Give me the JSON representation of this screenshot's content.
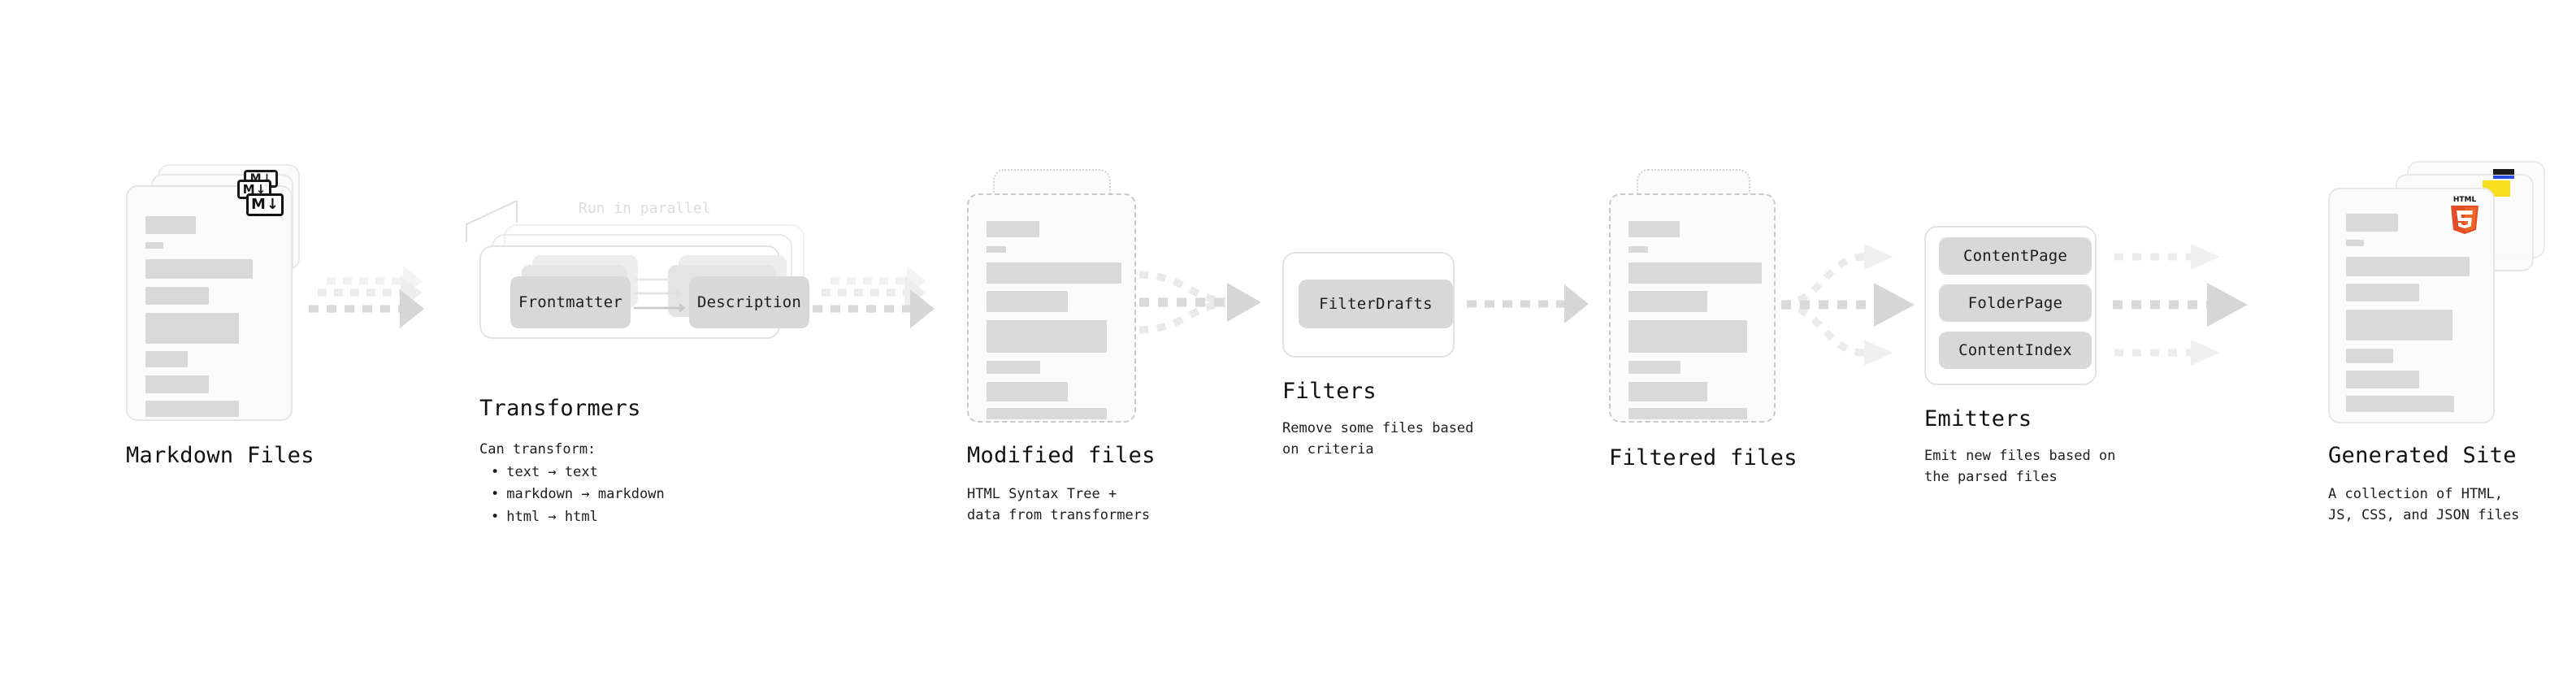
{
  "diagram": {
    "title": "Quartz static site generation pipeline",
    "background": "#ffffff"
  },
  "colors": {
    "bar": "#d9d9d9",
    "card_fill": "#fbfbfb",
    "card_border": "#e6e6e6",
    "dashed_border": "#c9c9c9",
    "chip_fill": "#d8d8d8",
    "arrow_strong": "#d6d6d6",
    "arrow_faint": "#ededed",
    "note_text": "#dcdcdc",
    "text": "#111111",
    "html5_orange": "#e44d26",
    "html5_orange_light": "#f16529",
    "js_yellow": "#f7df1e",
    "css_blue": "#264de4"
  },
  "stages": [
    {
      "id": "markdown-files",
      "title": "Markdown Files",
      "description": "",
      "badge": "MD",
      "badge_icon": "markdown-icon",
      "stack_count": 3,
      "style": "solid"
    },
    {
      "id": "transformers",
      "title": "Transformers",
      "note": "Run in parallel",
      "description_lead": "Can transform:",
      "bullets": [
        "text → text",
        "markdown → markdown",
        "html → html"
      ],
      "chips": [
        "Frontmatter",
        "Description"
      ],
      "stack_count": 3,
      "style": "process"
    },
    {
      "id": "modified-files",
      "title": "Modified files",
      "description": "HTML Syntax Tree +\ndata from transformers",
      "stack_count": 2,
      "style": "dashed"
    },
    {
      "id": "filters",
      "title": "Filters",
      "description": "Remove some files based\non criteria",
      "chips": [
        "FilterDrafts"
      ],
      "style": "process"
    },
    {
      "id": "filtered-files",
      "title": "Filtered files",
      "description": "",
      "stack_count": 2,
      "style": "dashed"
    },
    {
      "id": "emitters",
      "title": "Emitters",
      "description": "Emit new files based on\nthe parsed files",
      "chips": [
        "ContentPage",
        "FolderPage",
        "ContentIndex"
      ],
      "style": "process"
    },
    {
      "id": "generated-site",
      "title": "Generated Site",
      "description": "A collection of HTML,\nJS, CSS, and JSON files",
      "badge": "HTML5",
      "badge_icon": "html5-icon",
      "secondary_badges": [
        "js-icon",
        "css-icon"
      ],
      "stack_count": 3,
      "style": "solid"
    }
  ],
  "connectors": [
    {
      "id": "c1",
      "from": "markdown-files",
      "to": "transformers",
      "kind": "fan-in",
      "branches": 3
    },
    {
      "id": "c2",
      "from": "transformers",
      "to": "modified-files",
      "kind": "fan-out-merge",
      "branches": 3
    },
    {
      "id": "c3",
      "from": "modified-files",
      "to": "filters",
      "kind": "merge",
      "branches": 3
    },
    {
      "id": "c4",
      "from": "filters",
      "to": "filtered-files",
      "kind": "single",
      "branches": 1
    },
    {
      "id": "c5",
      "from": "filtered-files",
      "to": "emitters",
      "kind": "split",
      "branches": 3
    },
    {
      "id": "c6",
      "from": "emitters",
      "to": "generated-site",
      "kind": "merge",
      "branches": 3
    }
  ]
}
